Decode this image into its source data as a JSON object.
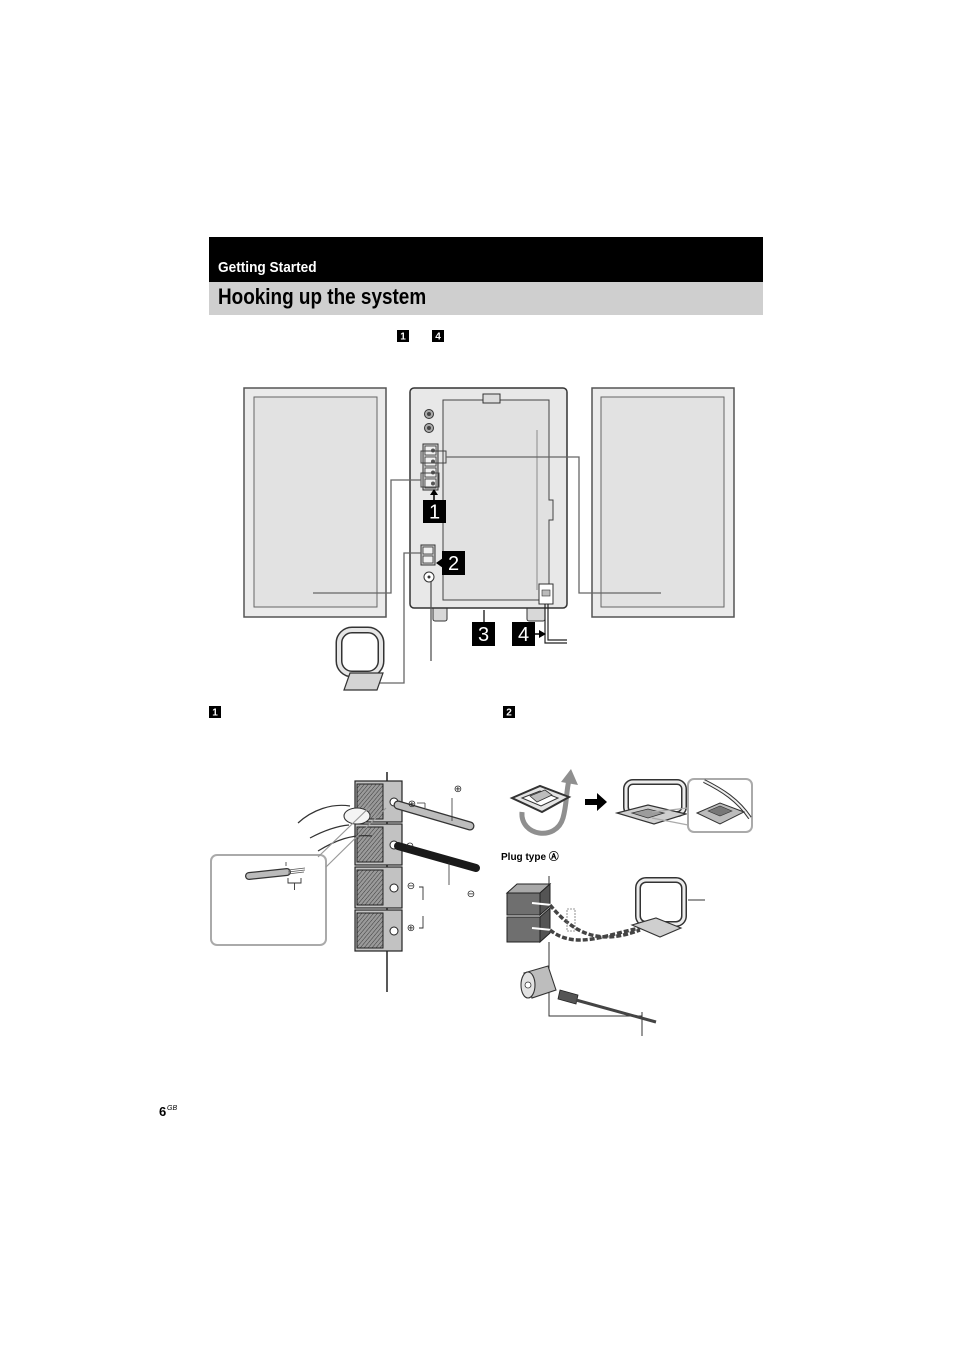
{
  "header": {
    "section": "Getting Started",
    "title": "Hooking up the system"
  },
  "intro": {
    "step_start": "1",
    "step_end": "4"
  },
  "main_diagram": {
    "callouts": {
      "speakers": "1",
      "am_antenna": "2",
      "fm_antenna": "3",
      "power": "4"
    }
  },
  "section_1": {
    "label": "1",
    "wire_plus": "⊕",
    "wire_minus": "⊖",
    "terminal_marks": [
      "⊕",
      "⊖",
      "⊖",
      "⊕"
    ]
  },
  "section_2": {
    "label": "2",
    "plug_type": "Plug type Ⓐ"
  },
  "footer": {
    "page_number": "6",
    "page_suffix": "GB"
  }
}
